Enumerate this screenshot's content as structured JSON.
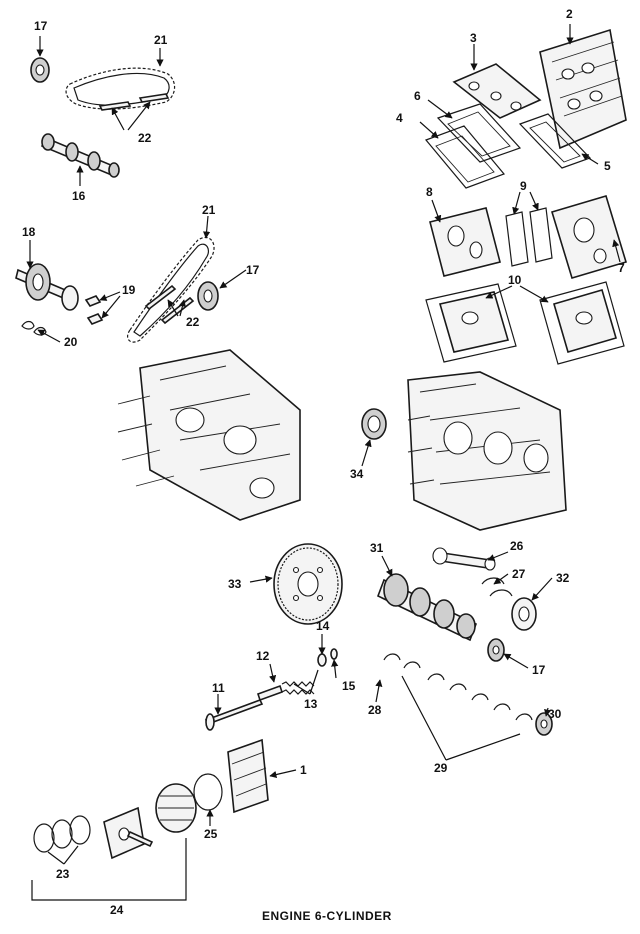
{
  "caption": "ENGINE 6-CYLINDER",
  "callouts": {
    "c1": "1",
    "c2": "2",
    "c3": "3",
    "c4": "4",
    "c5": "5",
    "c6": "6",
    "c7": "7",
    "c8": "8",
    "c9": "9",
    "c10": "10",
    "c11": "11",
    "c12": "12",
    "c13": "13",
    "c14": "14",
    "c15": "15",
    "c16": "16",
    "c17a": "17",
    "c17b": "17",
    "c17c": "17",
    "c18": "18",
    "c19": "19",
    "c20": "20",
    "c21a": "21",
    "c21b": "21",
    "c22a": "22",
    "c22b": "22",
    "c23": "23",
    "c24": "24",
    "c25": "25",
    "c26": "26",
    "c27": "27",
    "c28": "28",
    "c29": "29",
    "c30": "30",
    "c31": "31",
    "c32": "32",
    "c33": "33",
    "c34": "34"
  },
  "colors": {
    "ink": "#1a1a1a",
    "background": "#ffffff"
  }
}
